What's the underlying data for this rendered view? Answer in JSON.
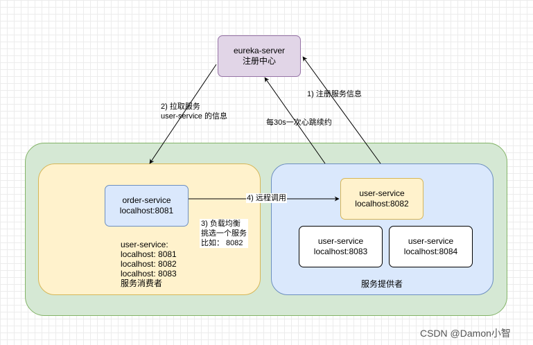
{
  "eureka": {
    "line1": "eureka-server",
    "line2": "注册中心",
    "fill": "#e1d5e7",
    "stroke": "#9673a6"
  },
  "outer_group": {
    "fill": "#d5e8d4",
    "stroke": "#82b366"
  },
  "consumer_group": {
    "label": "服务消费者",
    "fill": "#fff2cc",
    "stroke": "#d6b656"
  },
  "provider_group": {
    "label": "服务提供者",
    "fill": "#dae8fc",
    "stroke": "#6c8ebf"
  },
  "order_service": {
    "line1": "order-service",
    "line2": "localhost:8081"
  },
  "user_service_8082": {
    "line1": "user-service",
    "line2": "localhost:8082"
  },
  "user_service_8083": {
    "line1": "user-service",
    "line2": "localhost:8083"
  },
  "user_service_8084": {
    "line1": "user-service",
    "line2": "localhost:8084"
  },
  "consumer_cache": {
    "lines": [
      "user-service:",
      "localhost: 8081",
      "localhost: 8082",
      "localhost: 8083"
    ]
  },
  "edges": {
    "register": "1) 注册服务信息",
    "pull_line1": "2) 拉取服务",
    "pull_line2": "user-service 的信息",
    "heartbeat": "每30s一次心跳续约",
    "load_balance": [
      "3) 负载均衡",
      "挑选一个服务",
      "比如：  8082"
    ],
    "remote_call": "4) 远程调用"
  },
  "watermark": "CSDN @Damon小智"
}
